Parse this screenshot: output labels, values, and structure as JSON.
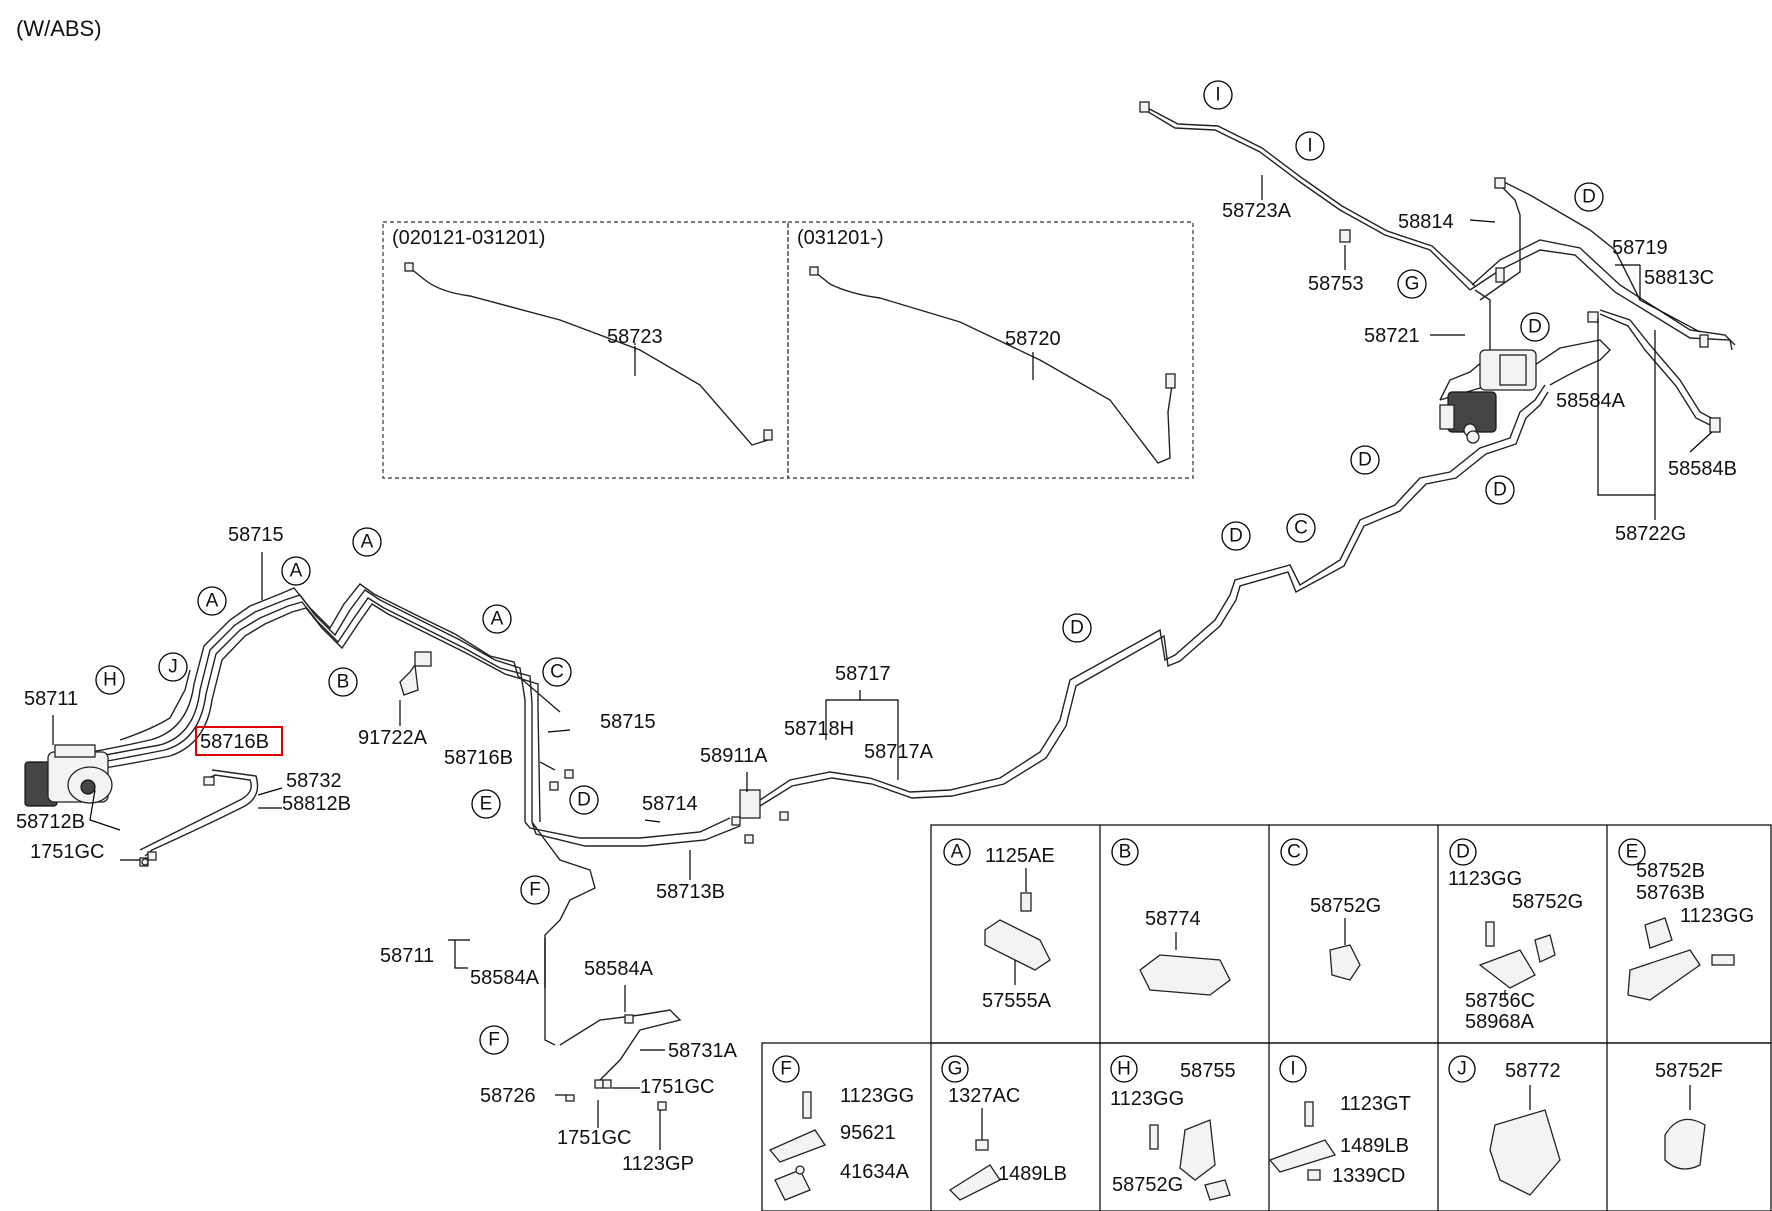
{
  "header": {
    "title": "(W/ABS)"
  },
  "variants": {
    "left": {
      "range": "(020121-031201)",
      "part": "58723"
    },
    "right": {
      "range": "(031201-)",
      "part": "58720"
    }
  },
  "labels": {
    "p58715_top": "58715",
    "p58711_left": "58711",
    "p58716B_hl": "58716B",
    "p58732": "58732",
    "p58812B": "58812B",
    "p58712B": "58712B",
    "p1751GC_left": "1751GC",
    "p91722A": "91722A",
    "p58715_mid": "58715",
    "p58716B_mid": "58716B",
    "p58911A": "58911A",
    "p58714": "58714",
    "p58713B": "58713B",
    "p58717": "58717",
    "p58718H": "58718H",
    "p58717A": "58717A",
    "p58711_bot": "58711",
    "p58584A_bot": "58584A",
    "p58584A_bot2": "58584A",
    "p58731A": "58731A",
    "p58726": "58726",
    "p1751GC_bot": "1751GC",
    "p1751GC_bot2": "1751GC",
    "p1123GP": "1123GP",
    "p58723A": "58723A",
    "p58753": "58753",
    "p58814": "58814",
    "p58719": "58719",
    "p58813C": "58813C",
    "p58721": "58721",
    "p58584A_r": "58584A",
    "p58584B_r": "58584B",
    "p58722G": "58722G"
  },
  "callouts": {
    "A": "A",
    "B": "B",
    "C": "C",
    "D": "D",
    "E": "E",
    "F": "F",
    "G": "G",
    "H": "H",
    "I": "I",
    "J": "J"
  },
  "legend": {
    "A": {
      "parts": [
        "1125AE",
        "57555A"
      ]
    },
    "B": {
      "parts": [
        "58774"
      ]
    },
    "C": {
      "parts": [
        "58752G"
      ]
    },
    "D": {
      "parts": [
        "1123GG",
        "58752G",
        "58756C",
        "58968A"
      ]
    },
    "E": {
      "parts": [
        "58752B",
        "58763B",
        "1123GG"
      ]
    },
    "F": {
      "parts": [
        "1123GG",
        "95621",
        "41634A"
      ]
    },
    "G": {
      "parts": [
        "1327AC",
        "1489LB"
      ]
    },
    "H": {
      "parts": [
        "58755",
        "1123GG",
        "58752G"
      ]
    },
    "I": {
      "parts": [
        "1123GT",
        "1489LB",
        "1339CD"
      ]
    },
    "J": {
      "parts": [
        "58772"
      ]
    },
    "K": {
      "parts": [
        "58752F"
      ]
    }
  }
}
